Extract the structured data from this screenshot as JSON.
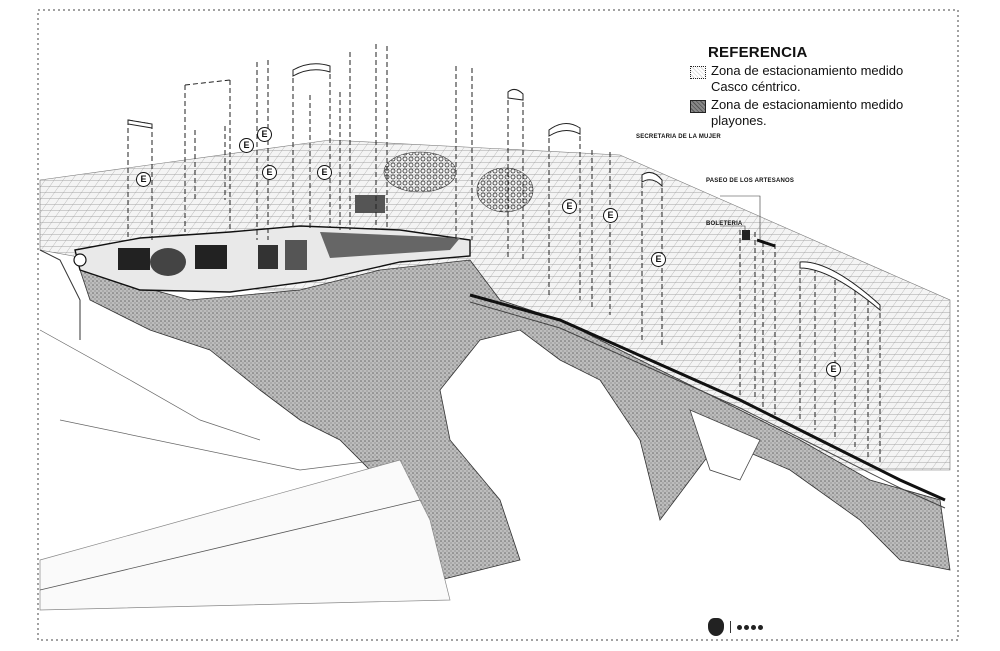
{
  "legend": {
    "title": "REFERENCIA",
    "items": [
      {
        "label": "Zona de estacionamiento medido Casco céntrico.",
        "style": "light"
      },
      {
        "label": "Zona de estacionamiento medido playones.",
        "style": "dark"
      }
    ]
  },
  "labels": {
    "secretaria": "SECRETARIA DE LA MUJER",
    "paseo": "PASEO DE LOS ARTESANOS",
    "boleteria": "BOLETERIA"
  },
  "markers": {
    "e": "E"
  },
  "colors": {
    "ink": "#1a1a1a",
    "hatch": "#8a8a8a",
    "paper": "#ffffff"
  }
}
